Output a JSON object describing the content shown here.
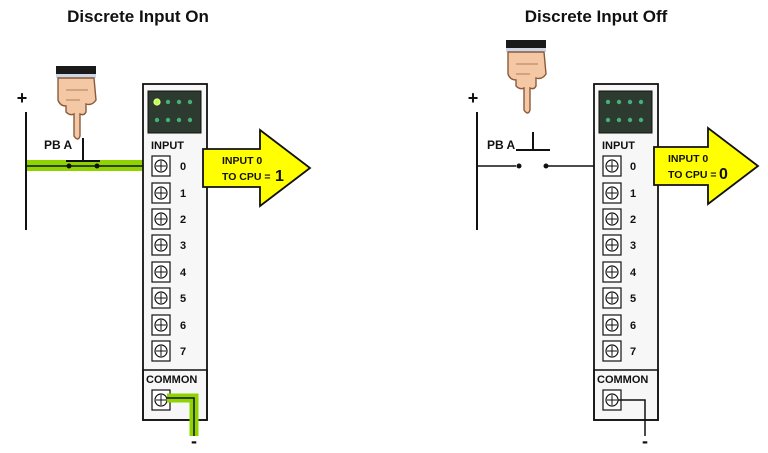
{
  "panels": [
    {
      "title": "Discrete Input On",
      "state": "on",
      "plus": "+",
      "minus": "-",
      "button": "PB A",
      "input_label": "INPUT",
      "common_label": "COMMON",
      "terminals": [
        "0",
        "1",
        "2",
        "3",
        "4",
        "5",
        "6",
        "7"
      ],
      "arrow_line1": "INPUT 0",
      "arrow_line2": "TO CPU =",
      "arrow_value": "1",
      "colors": {
        "wire": "#8fd400",
        "arrow": "#ffff00",
        "led_on": "#b5ff5a",
        "led_off": "#46b07a",
        "display": "#2d3a2f"
      }
    },
    {
      "title": "Discrete Input Off",
      "state": "off",
      "plus": "+",
      "minus": "-",
      "button": "PB A",
      "input_label": "INPUT",
      "common_label": "COMMON",
      "terminals": [
        "0",
        "1",
        "2",
        "3",
        "4",
        "5",
        "6",
        "7"
      ],
      "arrow_line1": "INPUT 0",
      "arrow_line2": "TO CPU =",
      "arrow_value": "0",
      "colors": {
        "wire": "#111111",
        "arrow": "#ffff00",
        "led_on": "#46b07a",
        "led_off": "#46b07a",
        "display": "#2d3a2f"
      }
    }
  ]
}
